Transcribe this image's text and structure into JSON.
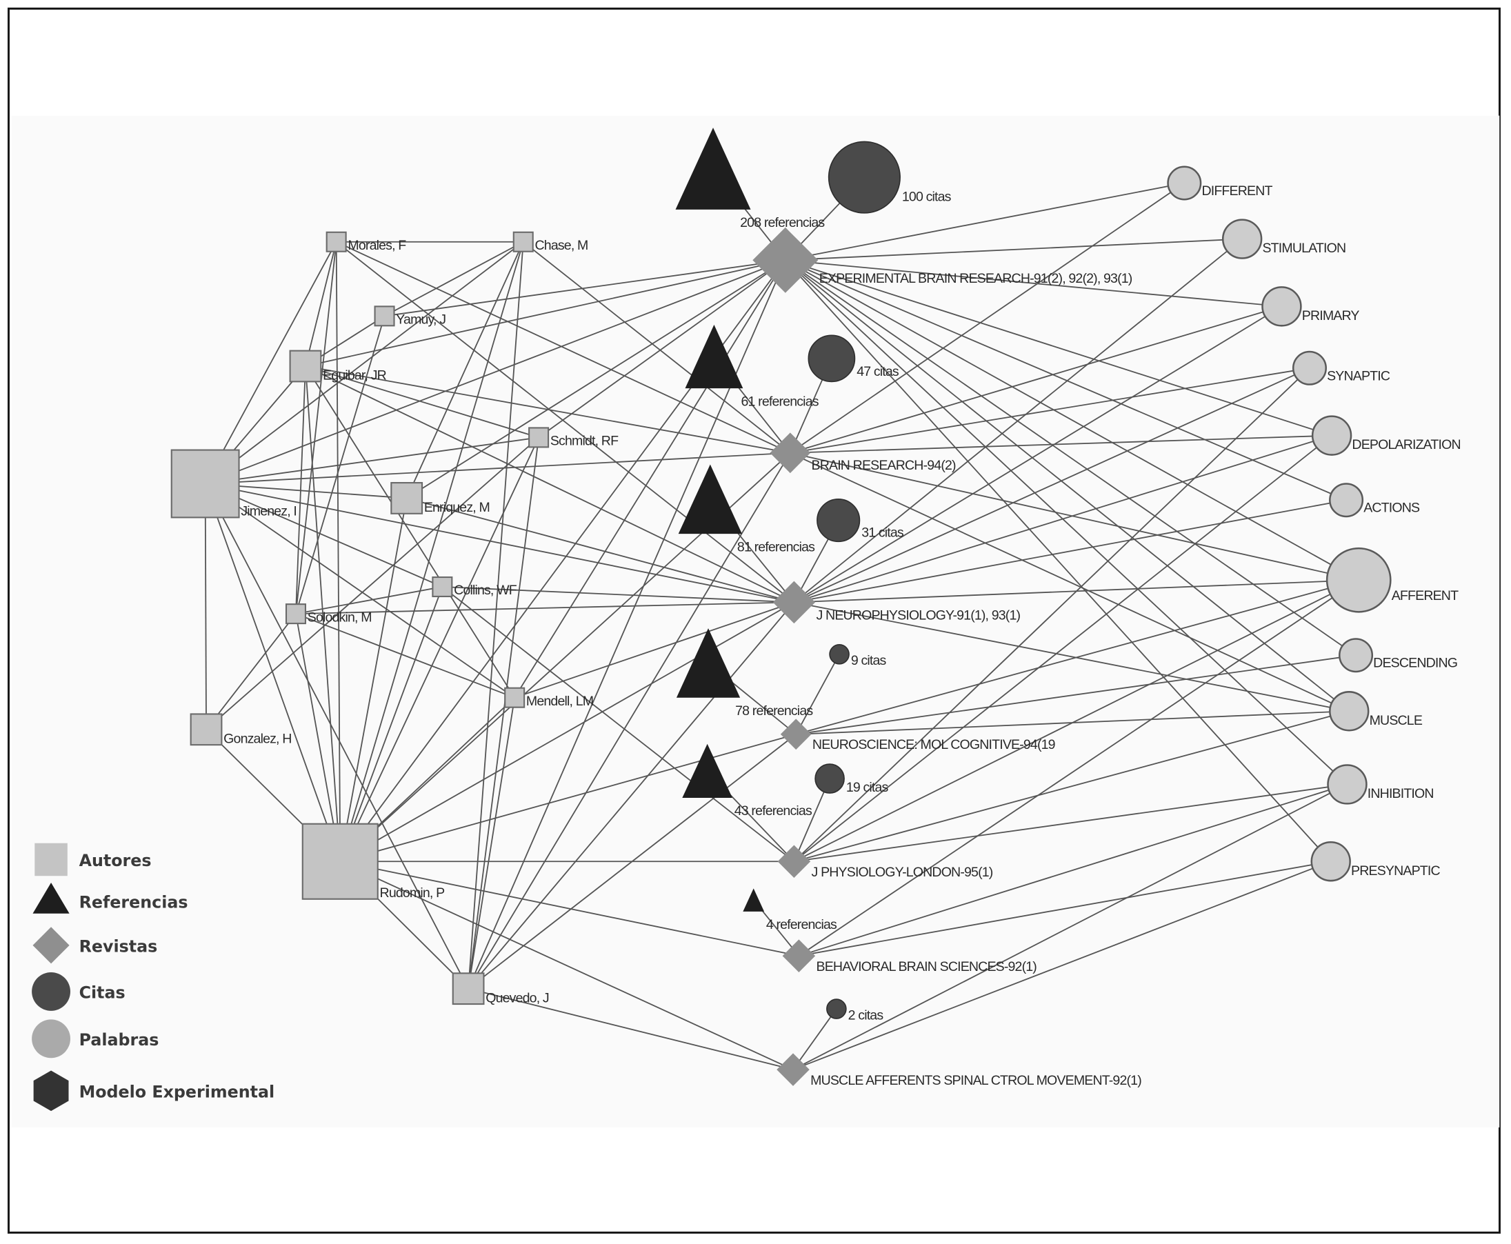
{
  "figure": {
    "colors": {
      "author": "#c4c4c4",
      "reference": "#1e1e1e",
      "journal": "#8f8f8f",
      "citation": "#4a4a4a",
      "word": "#cdcdcd",
      "model": "#333333",
      "edge": "#555555",
      "panel": "#fafafa"
    },
    "legend": [
      {
        "type": "author",
        "label": "Autores",
        "icon": "square-icon"
      },
      {
        "type": "reference",
        "label": "Referencias",
        "icon": "triangle-icon"
      },
      {
        "type": "journal",
        "label": "Revistas",
        "icon": "diamond-icon"
      },
      {
        "type": "citation",
        "label": "Citas",
        "icon": "dark-circle-icon"
      },
      {
        "type": "word",
        "label": "Palabras",
        "icon": "light-circle-icon"
      },
      {
        "type": "model",
        "label": "Modelo Experimental",
        "icon": "hexagon-icon"
      }
    ],
    "authors": [
      {
        "id": "morales",
        "label": "Morales, F",
        "size": "small"
      },
      {
        "id": "chase",
        "label": "Chase, M",
        "size": "small"
      },
      {
        "id": "yamuy",
        "label": "Yamuy, J",
        "size": "small"
      },
      {
        "id": "eguibar",
        "label": "Eguibar, JR",
        "size": "medium"
      },
      {
        "id": "schmidt",
        "label": "Schmidt, RF",
        "size": "small"
      },
      {
        "id": "jimenez",
        "label": "Jimenez, I",
        "size": "large"
      },
      {
        "id": "enriquez",
        "label": "Enriquez, M",
        "size": "medium"
      },
      {
        "id": "collins",
        "label": "Collins, WF",
        "size": "small"
      },
      {
        "id": "solodkin",
        "label": "Solodkin, M",
        "size": "small"
      },
      {
        "id": "mendell",
        "label": "Mendell, LM",
        "size": "small"
      },
      {
        "id": "gonzalez",
        "label": "Gonzalez, H",
        "size": "medium"
      },
      {
        "id": "rudomin",
        "label": "Rudomin, P",
        "size": "xlarge"
      },
      {
        "id": "quevedo",
        "label": "Quevedo, J",
        "size": "medium"
      }
    ],
    "journals": [
      {
        "id": "ebr",
        "label": "EXPERIMENTAL BRAIN RESEARCH-91(2), 92(2), 93(1)",
        "references": "208 referencias",
        "reference_count": 208,
        "citations": "100 citas",
        "citation_count": 100
      },
      {
        "id": "br",
        "label": "BRAIN RESEARCH-94(2)",
        "references": "61 referencias",
        "reference_count": 61,
        "citations": "47 citas",
        "citation_count": 47
      },
      {
        "id": "jn",
        "label": "J NEUROPHYSIOLOGY-91(1), 93(1)",
        "references": "81 referencias",
        "reference_count": 81,
        "citations": "31 citas",
        "citation_count": 31
      },
      {
        "id": "nmc",
        "label": "NEUROSCIENCE: MOL COGNITIVE-94(19",
        "references": "78 referencias",
        "reference_count": 78,
        "citations": "9 citas",
        "citation_count": 9
      },
      {
        "id": "jpl",
        "label": "J PHYSIOLOGY-LONDON-95(1)",
        "references": "43 referencias",
        "reference_count": 43,
        "citations": "19 citas",
        "citation_count": 19
      },
      {
        "id": "bbs",
        "label": "BEHAVIORAL BRAIN SCIENCES-92(1)",
        "references": "4 referencias",
        "reference_count": 4,
        "citations": null,
        "citation_count": null
      },
      {
        "id": "mas",
        "label": "MUSCLE AFFERENTS SPINAL CTROL MOVEMENT-92(1)",
        "references": null,
        "reference_count": null,
        "citations": "2 citas",
        "citation_count": 2
      }
    ],
    "words": [
      {
        "id": "different",
        "label": "DIFFERENT",
        "size": "small"
      },
      {
        "id": "stimulation",
        "label": "STIMULATION",
        "size": "medium"
      },
      {
        "id": "primary",
        "label": "PRIMARY",
        "size": "medium"
      },
      {
        "id": "synaptic",
        "label": "SYNAPTIC",
        "size": "small"
      },
      {
        "id": "depolarization",
        "label": "DEPOLARIZATION",
        "size": "medium"
      },
      {
        "id": "actions",
        "label": "ACTIONS",
        "size": "small"
      },
      {
        "id": "afferent",
        "label": "AFFERENT",
        "size": "xlarge"
      },
      {
        "id": "descending",
        "label": "DESCENDING",
        "size": "small"
      },
      {
        "id": "muscle",
        "label": "MUSCLE",
        "size": "medium"
      },
      {
        "id": "inhibition",
        "label": "INHIBITION",
        "size": "medium"
      },
      {
        "id": "presynaptic",
        "label": "PRESYNAPTIC",
        "size": "medium"
      }
    ],
    "edges": [
      [
        "morales",
        "chase"
      ],
      [
        "morales",
        "jimenez"
      ],
      [
        "morales",
        "eguibar"
      ],
      [
        "morales",
        "solodkin"
      ],
      [
        "morales",
        "rudomin"
      ],
      [
        "morales",
        "br"
      ],
      [
        "morales",
        "jn"
      ],
      [
        "chase",
        "yamuy"
      ],
      [
        "chase",
        "jimenez"
      ],
      [
        "chase",
        "rudomin"
      ],
      [
        "chase",
        "quevedo"
      ],
      [
        "chase",
        "enriquez"
      ],
      [
        "chase",
        "br"
      ],
      [
        "yamuy",
        "eguibar"
      ],
      [
        "yamuy",
        "solodkin"
      ],
      [
        "yamuy",
        "ebr"
      ],
      [
        "eguibar",
        "jimenez"
      ],
      [
        "eguibar",
        "rudomin"
      ],
      [
        "eguibar",
        "solodkin"
      ],
      [
        "eguibar",
        "ebr"
      ],
      [
        "eguibar",
        "br"
      ],
      [
        "eguibar",
        "jn"
      ],
      [
        "eguibar",
        "schmidt"
      ],
      [
        "eguibar",
        "mendell"
      ],
      [
        "schmidt",
        "jimenez"
      ],
      [
        "schmidt",
        "rudomin"
      ],
      [
        "schmidt",
        "quevedo"
      ],
      [
        "schmidt",
        "ebr"
      ],
      [
        "jimenez",
        "gonzalez"
      ],
      [
        "jimenez",
        "rudomin"
      ],
      [
        "jimenez",
        "enriquez"
      ],
      [
        "jimenez",
        "collins"
      ],
      [
        "jimenez",
        "mendell"
      ],
      [
        "jimenez",
        "ebr"
      ],
      [
        "jimenez",
        "br"
      ],
      [
        "jimenez",
        "jn"
      ],
      [
        "jimenez",
        "quevedo"
      ],
      [
        "enriquez",
        "rudomin"
      ],
      [
        "enriquez",
        "ebr"
      ],
      [
        "enriquez",
        "jn"
      ],
      [
        "collins",
        "rudomin"
      ],
      [
        "collins",
        "solodkin"
      ],
      [
        "collins",
        "jn"
      ],
      [
        "collins",
        "jpl"
      ],
      [
        "solodkin",
        "rudomin"
      ],
      [
        "solodkin",
        "gonzalez"
      ],
      [
        "solodkin",
        "jn"
      ],
      [
        "solodkin",
        "mendell"
      ],
      [
        "mendell",
        "rudomin"
      ],
      [
        "mendell",
        "quevedo"
      ],
      [
        "mendell",
        "ebr"
      ],
      [
        "mendell",
        "jn"
      ],
      [
        "gonzalez",
        "rudomin"
      ],
      [
        "gonzalez",
        "schmidt"
      ],
      [
        "rudomin",
        "quevedo"
      ],
      [
        "rudomin",
        "ebr"
      ],
      [
        "rudomin",
        "br"
      ],
      [
        "rudomin",
        "jn"
      ],
      [
        "rudomin",
        "nmc"
      ],
      [
        "rudomin",
        "jpl"
      ],
      [
        "rudomin",
        "bbs"
      ],
      [
        "rudomin",
        "mas"
      ],
      [
        "quevedo",
        "ebr"
      ],
      [
        "quevedo",
        "br"
      ],
      [
        "quevedo",
        "jn"
      ],
      [
        "quevedo",
        "mas"
      ],
      [
        "quevedo",
        "nmc"
      ],
      [
        "ebr",
        "different"
      ],
      [
        "ebr",
        "stimulation"
      ],
      [
        "ebr",
        "primary"
      ],
      [
        "ebr",
        "depolarization"
      ],
      [
        "ebr",
        "actions"
      ],
      [
        "ebr",
        "afferent"
      ],
      [
        "ebr",
        "muscle"
      ],
      [
        "ebr",
        "presynaptic"
      ],
      [
        "ebr",
        "inhibition"
      ],
      [
        "ebr",
        "descending"
      ],
      [
        "br",
        "synaptic"
      ],
      [
        "br",
        "afferent"
      ],
      [
        "br",
        "muscle"
      ],
      [
        "br",
        "depolarization"
      ],
      [
        "br",
        "different"
      ],
      [
        "br",
        "primary"
      ],
      [
        "jn",
        "afferent"
      ],
      [
        "jn",
        "stimulation"
      ],
      [
        "jn",
        "synaptic"
      ],
      [
        "jn",
        "muscle"
      ],
      [
        "jn",
        "depolarization"
      ],
      [
        "jn",
        "primary"
      ],
      [
        "jn",
        "actions"
      ],
      [
        "nmc",
        "afferent"
      ],
      [
        "nmc",
        "muscle"
      ],
      [
        "nmc",
        "descending"
      ],
      [
        "jpl",
        "afferent"
      ],
      [
        "jpl",
        "synaptic"
      ],
      [
        "jpl",
        "muscle"
      ],
      [
        "jpl",
        "depolarization"
      ],
      [
        "jpl",
        "inhibition"
      ],
      [
        "bbs",
        "inhibition"
      ],
      [
        "bbs",
        "presynaptic"
      ],
      [
        "bbs",
        "afferent"
      ],
      [
        "mas",
        "inhibition"
      ],
      [
        "mas",
        "presynaptic"
      ],
      [
        "ebr",
        "ref_ebr"
      ],
      [
        "ebr",
        "cit_ebr"
      ],
      [
        "br",
        "ref_br"
      ],
      [
        "br",
        "cit_br"
      ],
      [
        "jn",
        "ref_jn"
      ],
      [
        "jn",
        "cit_jn"
      ],
      [
        "nmc",
        "ref_nmc"
      ],
      [
        "nmc",
        "cit_nmc"
      ],
      [
        "jpl",
        "ref_jpl"
      ],
      [
        "jpl",
        "cit_jpl"
      ],
      [
        "bbs",
        "ref_bbs"
      ],
      [
        "mas",
        "cit_mas"
      ]
    ]
  }
}
